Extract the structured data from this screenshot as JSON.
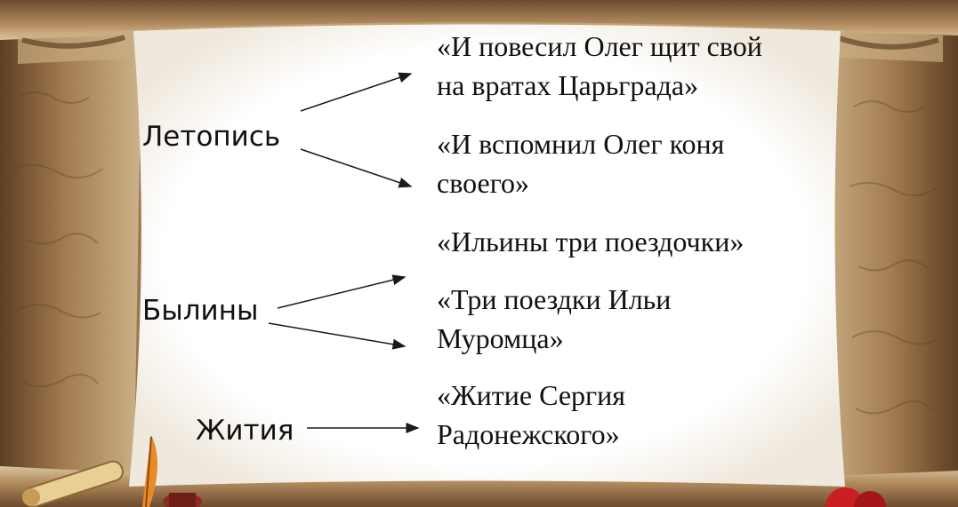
{
  "genres": [
    {
      "id": "letopis",
      "label": "Летопись"
    },
    {
      "id": "byliny",
      "label": "Былины"
    },
    {
      "id": "zhitiya",
      "label": "Жития"
    }
  ],
  "works": [
    {
      "lines": [
        "«И повесил Олег щит свой",
        "на вратах Царьграда»"
      ],
      "genre": "letopis"
    },
    {
      "lines": [
        "«И вспомнил Олег коня",
        "своего»"
      ],
      "genre": "letopis"
    },
    {
      "lines": [
        "«Ильины три поездочки»"
      ],
      "genre": "byliny"
    },
    {
      "lines": [
        "«Три поездки Ильи",
        "Муромца»"
      ],
      "genre": "byliny"
    },
    {
      "lines": [
        "«Житие Сергия",
        "Радонежского»"
      ],
      "genre": "zhitiya"
    }
  ],
  "colors": {
    "parchment_dark": "#6b4a2b",
    "parchment_mid": "#a57e55",
    "parchment_light": "#d7bf97",
    "inner_panel": "#ffffff",
    "text": "#111111",
    "arrow": "#1a1a1a"
  },
  "decorations": [
    "scroll-icon",
    "quill-icon",
    "inkwell-icon",
    "apple-icon"
  ]
}
